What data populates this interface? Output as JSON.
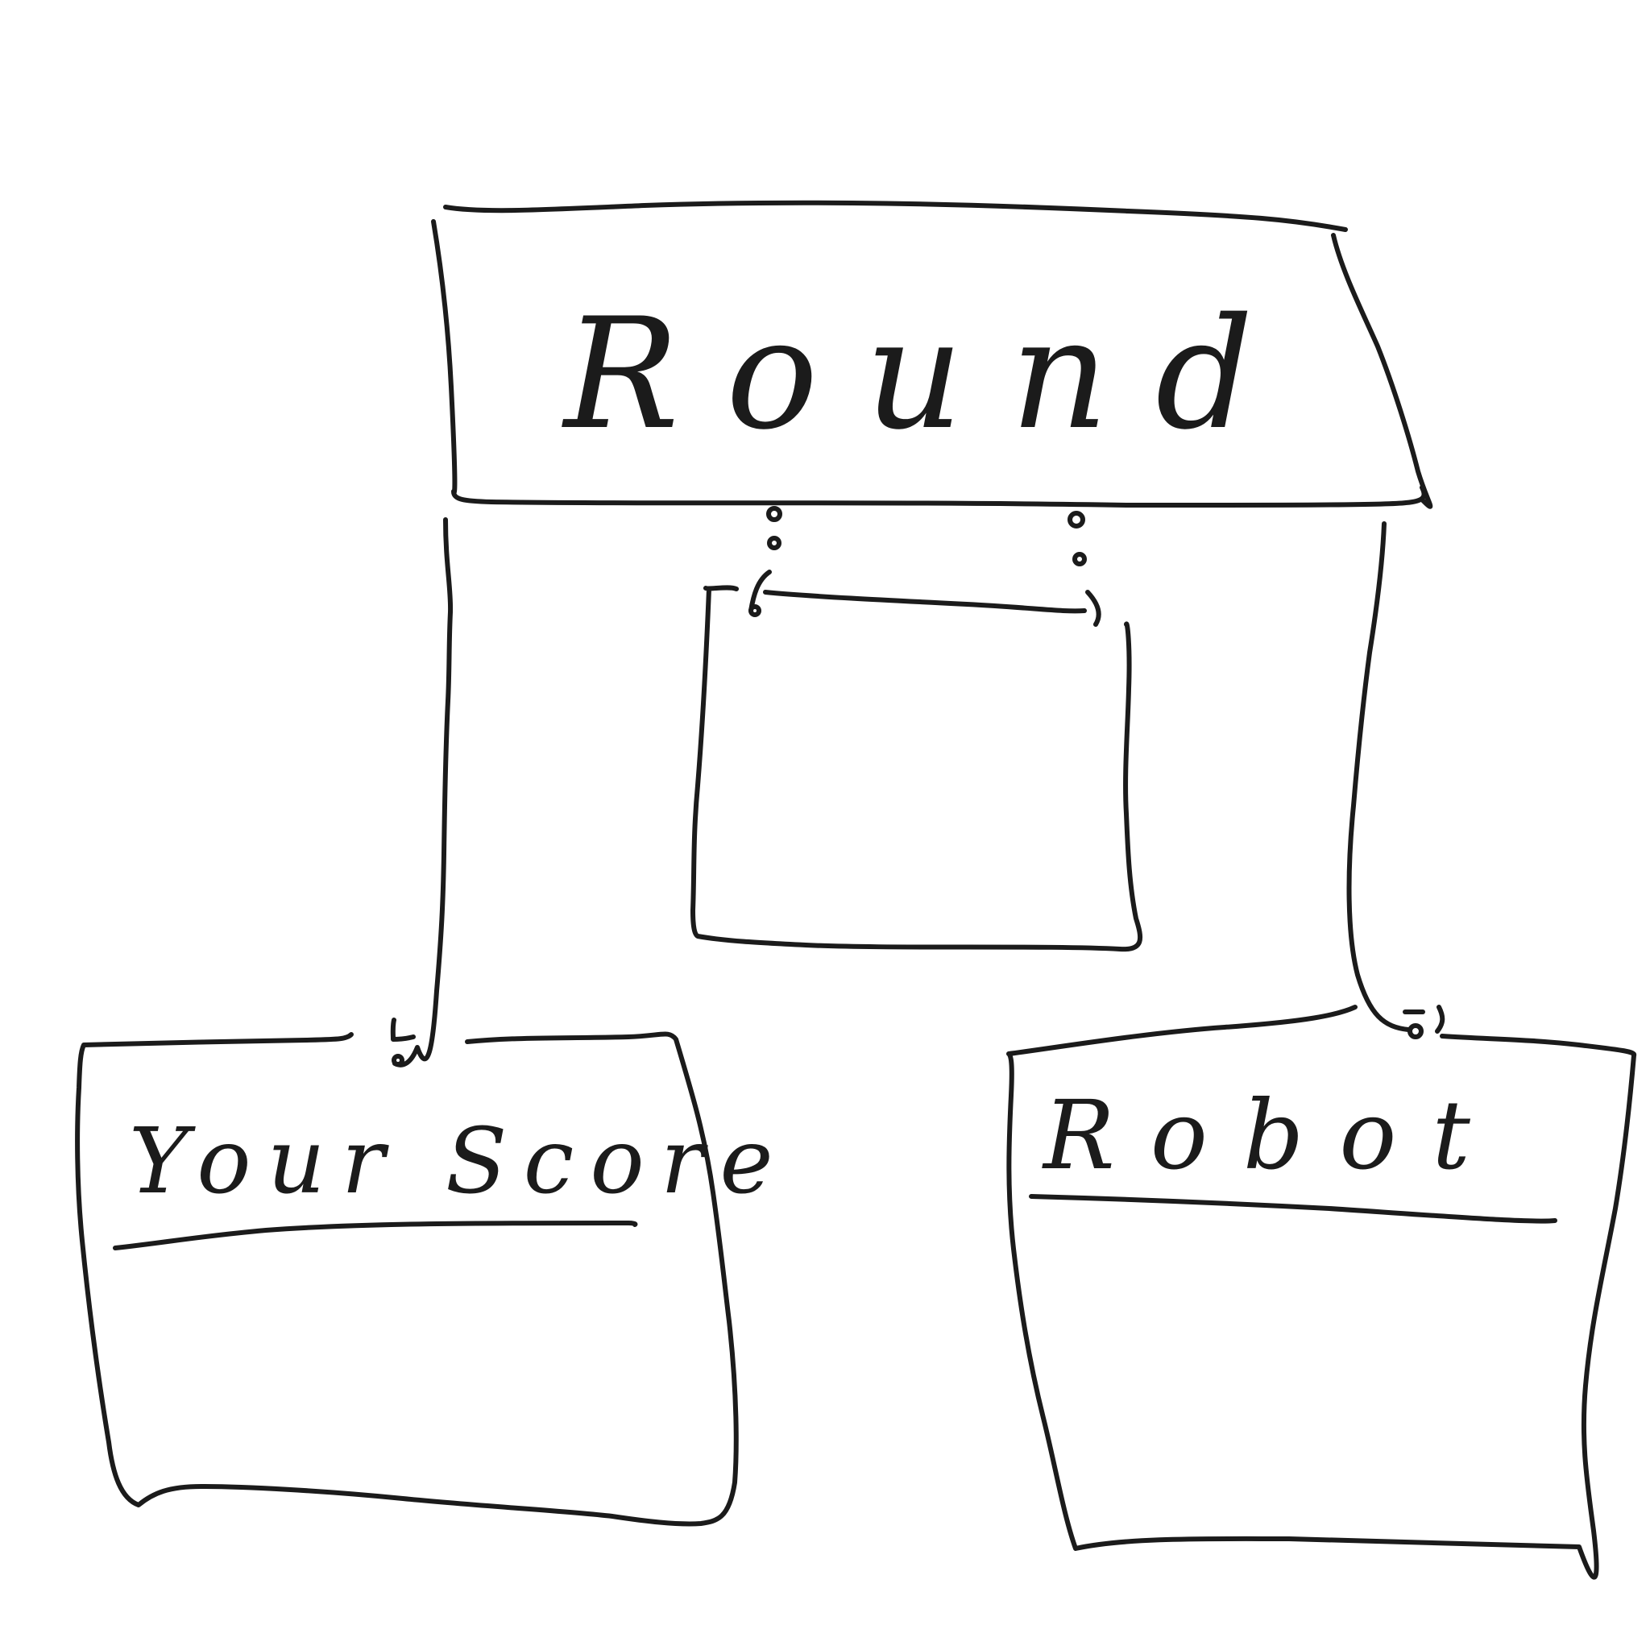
{
  "diagram": {
    "nodes": {
      "round": {
        "label": "Round"
      },
      "your_score": {
        "label": "Your Score"
      },
      "robot": {
        "label": "Robot"
      },
      "middle": {
        "label": ""
      }
    },
    "edges": [
      {
        "from": "Round",
        "to": "Your Score",
        "style": "solid"
      },
      {
        "from": "Round",
        "to": "Robot",
        "style": "solid"
      },
      {
        "from": "Round",
        "to": "middle box",
        "style": "dotted"
      }
    ]
  }
}
